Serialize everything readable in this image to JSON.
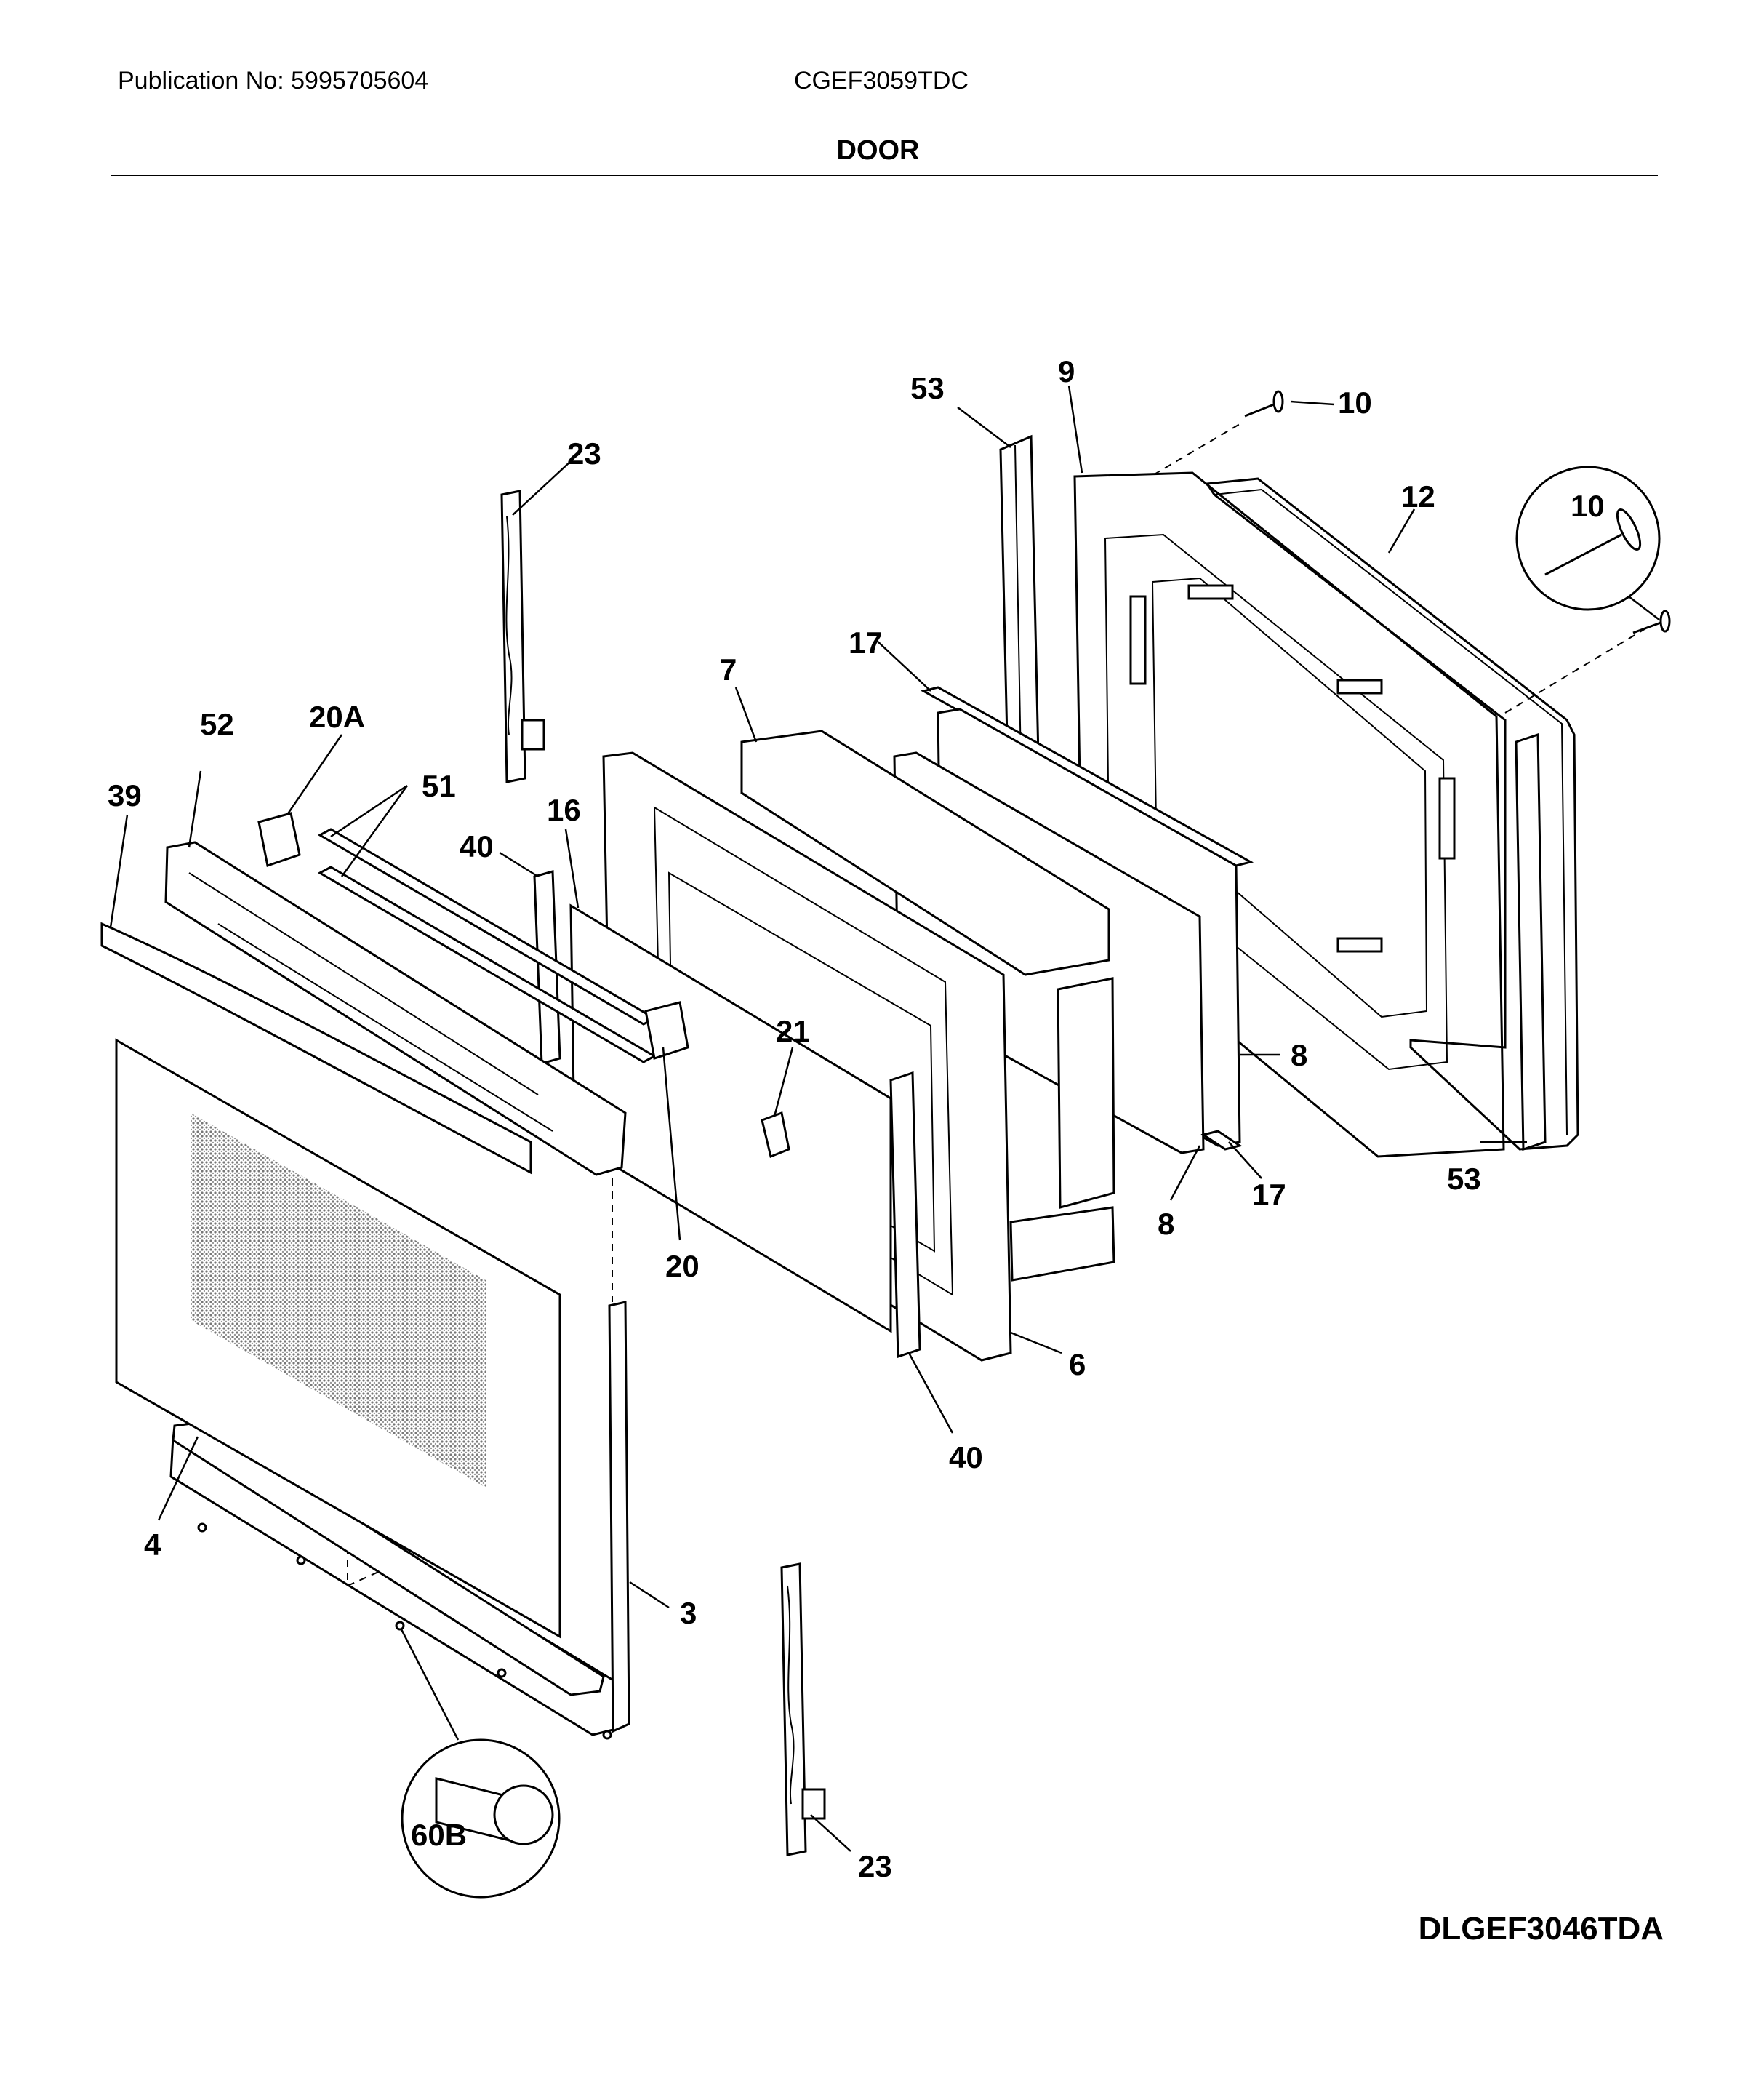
{
  "header": {
    "publication": "Publication No: 5995705604",
    "model": "CGEF3059TDC",
    "section_title": "DOOR"
  },
  "footer": {
    "diagram_code": "DLGEF3046TDA"
  },
  "callouts": {
    "c53_top": "53",
    "c9": "9",
    "c10_top": "10",
    "c10_detail": "10",
    "c12": "12",
    "c23_top": "23",
    "c17_top": "17",
    "c7": "7",
    "c52": "52",
    "c20a": "20A",
    "c39": "39",
    "c51": "51",
    "c40_left": "40",
    "c16": "16",
    "c21": "21",
    "c8_right": "8",
    "c17_bottom": "17",
    "c53_bottom": "53",
    "c8_bottom": "8",
    "c20": "20",
    "c6": "6",
    "c40_bottom": "40",
    "c4": "4",
    "c3": "3",
    "c60b": "60B",
    "c23_bottom": "23"
  },
  "colors": {
    "line": "#000000",
    "background": "#ffffff",
    "screen_shade": "#9a9a9a"
  }
}
